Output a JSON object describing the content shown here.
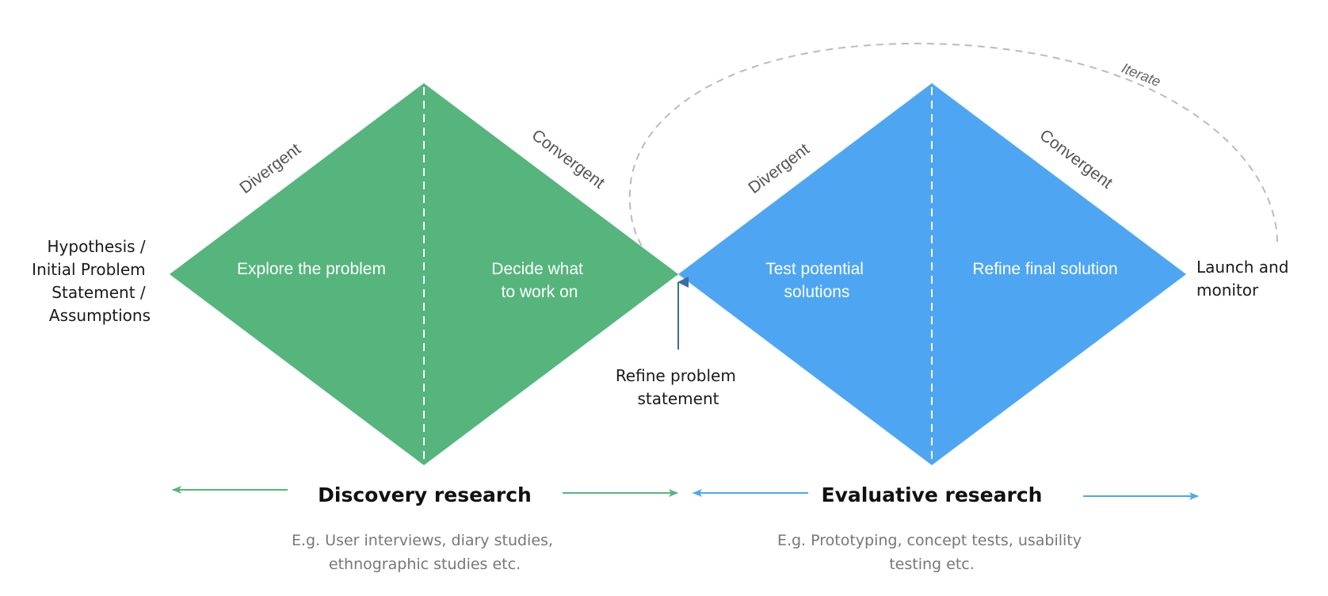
{
  "colors": {
    "discovery": "#55b57c",
    "evaluative": "#4ea6f2",
    "refine_arrow": "#3a6e9c",
    "iterate_loop": "#bbbbbb"
  },
  "start_label": [
    "Hypothesis /",
    "Initial Problem",
    "Statement /",
    "Assumptions"
  ],
  "end_label": [
    "Launch and",
    "monitor"
  ],
  "refine_label": [
    "Refine problem",
    "statement"
  ],
  "iterate_label": "Iterate",
  "diamonds": [
    {
      "id": "discovery",
      "divergent_label": "Divergent",
      "convergent_label": "Convergent",
      "left_text": [
        "Explore the problem"
      ],
      "right_text": [
        "Decide what",
        "to work on"
      ],
      "phase_title": "Discovery research",
      "examples": [
        "E.g. User interviews, diary studies,",
        "ethnographic studies etc."
      ]
    },
    {
      "id": "evaluative",
      "divergent_label": "Divergent",
      "convergent_label": "Convergent",
      "left_text": [
        "Test potential",
        "solutions"
      ],
      "right_text": [
        "Refine final solution"
      ],
      "phase_title": "Evaluative research",
      "examples": [
        "E.g. Prototyping, concept tests, usability",
        "testing etc."
      ]
    }
  ]
}
